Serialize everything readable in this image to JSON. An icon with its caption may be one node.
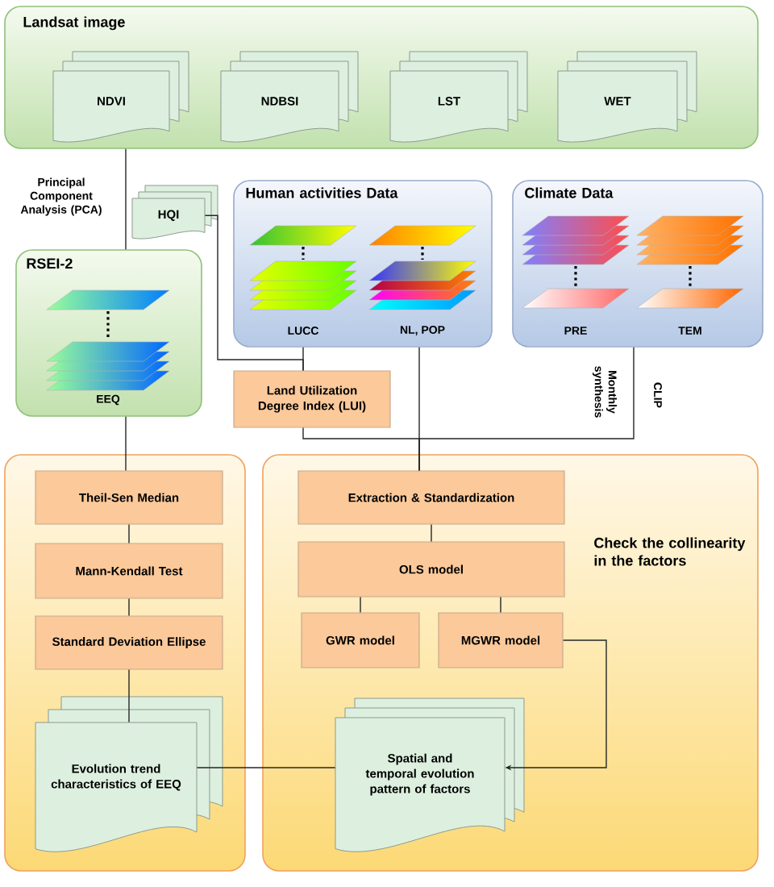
{
  "diagram": {
    "nodes": [
      {
        "text": [
          "Landsat image"
        ]
      },
      {
        "text": [
          "NDVI"
        ],
        "in": 0
      },
      {
        "text": [
          "NDBSI"
        ],
        "in": 0
      },
      {
        "text": [
          "LST"
        ],
        "in": 0
      },
      {
        "text": [
          "WET"
        ],
        "in": 0
      },
      {
        "text": [
          "HQI"
        ]
      },
      {
        "text": [
          "Human activities Data"
        ]
      },
      {
        "text": [
          "Climate Data"
        ]
      },
      {
        "text": [
          "RSEI-2"
        ]
      },
      {
        "text": [
          "Land Utilization Degree Index (LUI)"
        ]
      },
      {
        "text": [],
        "shape": "box"
      },
      {
        "text": [
          "Theil-Sen Median"
        ],
        "in": 10
      },
      {
        "text": [
          "Mann-Kendall Test"
        ],
        "in": 10
      },
      {
        "text": [
          "Standard Deviation Ellipse"
        ],
        "in": 10
      },
      {
        "text": [
          "Evolution trend characteristics of EEQ"
        ],
        "in": 10
      },
      {
        "text": [
          "Check the collinearity in the factors"
        ]
      },
      {
        "text": [
          "Extraction & Standardization"
        ],
        "in": 15
      },
      {
        "text": [
          "OLS model"
        ],
        "in": 15
      },
      {
        "text": [
          "GWR model"
        ],
        "in": 15
      },
      {
        "text": [
          "MGWR model"
        ],
        "in": 15
      },
      {
        "text": [
          "Spatial and temporal evolution pattern of factors"
        ],
        "in": 15
      }
    ],
    "edges": [
      {
        "from": 0,
        "to": 8,
        "arrow": "none",
        "label": "Principal Component Analysis (PCA)"
      },
      {
        "from": 5,
        "to": 9,
        "arrow": "none"
      },
      {
        "from": 6,
        "to": 9,
        "arrow": "none"
      },
      {
        "from": 6,
        "to": 16,
        "arrow": "none"
      },
      {
        "from": 9,
        "to": 16,
        "arrow": "none"
      },
      {
        "from": 7,
        "to": 16,
        "arrow": "none",
        "label": "Monthly synthesis"
      },
      {
        "from": 8,
        "to": 11,
        "arrow": "none"
      },
      {
        "from": 11,
        "to": 12,
        "arrow": "none"
      },
      {
        "from": 12,
        "to": 13,
        "arrow": "none"
      },
      {
        "from": 13,
        "to": 14,
        "arrow": "none"
      },
      {
        "from": 16,
        "to": 17,
        "arrow": "none"
      },
      {
        "from": 17,
        "to": 18,
        "arrow": "none"
      },
      {
        "from": 17,
        "to": 19,
        "arrow": "none"
      },
      {
        "from": 19,
        "to": 20,
        "arrow": "to"
      },
      {
        "from": 14,
        "to": 20,
        "arrow": "none"
      }
    ],
    "labels": [
      "LUCC",
      "NL, POP",
      "PRE",
      "TEM",
      "EEQ",
      "CLIP"
    ]
  }
}
